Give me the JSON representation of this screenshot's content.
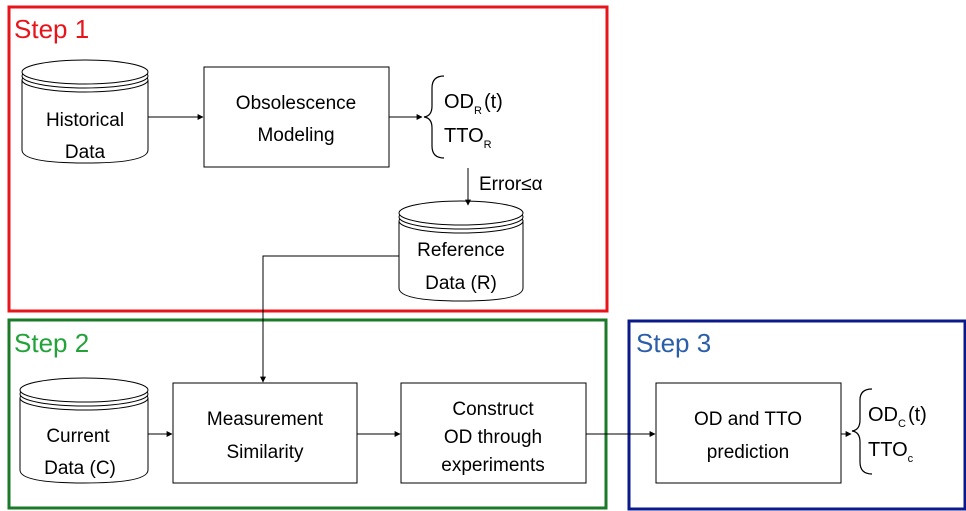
{
  "steps": [
    {
      "label": "Step 1",
      "color": "#e8141b"
    },
    {
      "label": "Step 2",
      "color": "#1a7a28",
      "label_color": "#22a33a"
    },
    {
      "label": "Step 3",
      "color": "#0a1a8a",
      "label_color": "#2a5ea8"
    }
  ],
  "nodes": {
    "historical": [
      "Historical",
      "Data"
    ],
    "obsolescence": [
      "Obsolescence",
      "Modeling"
    ],
    "reference": [
      "Reference",
      "Data (R)"
    ],
    "current": [
      "Current",
      "Data (C)"
    ],
    "measurement": [
      "Measurement",
      "Similarity"
    ],
    "construct": [
      "Construct",
      "OD through",
      "experiments"
    ],
    "prediction": [
      "OD and TTO",
      "prediction"
    ]
  },
  "outputs_r": {
    "od": "OD",
    "od_sub": "R",
    "od_suffix": "(t)",
    "tto": "TTO",
    "tto_sub": "R"
  },
  "outputs_c": {
    "od": "OD",
    "od_sub": "C",
    "od_suffix": "(t)",
    "tto": "TTO",
    "tto_sub": "c"
  },
  "error_label": "Error≤α"
}
